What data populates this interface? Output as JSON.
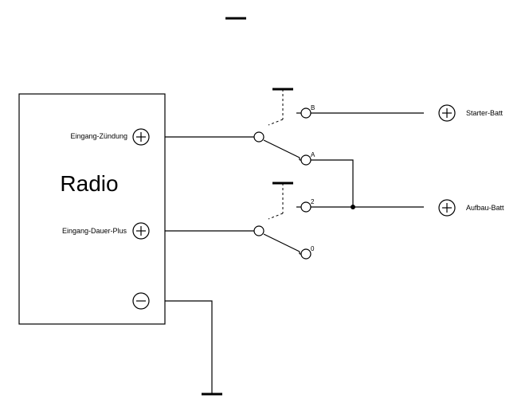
{
  "radio": {
    "title": "Radio",
    "input_ignition": "Eingang-Zündung",
    "input_permanent": "Eingang-Dauer-Plus"
  },
  "switch1": {
    "contact_top": "B",
    "contact_bottom": "A"
  },
  "switch2": {
    "contact_top": "2",
    "contact_bottom": "0"
  },
  "batteries": {
    "starter": "Starter-Batt",
    "auxiliary": "Aufbau-Batt"
  }
}
